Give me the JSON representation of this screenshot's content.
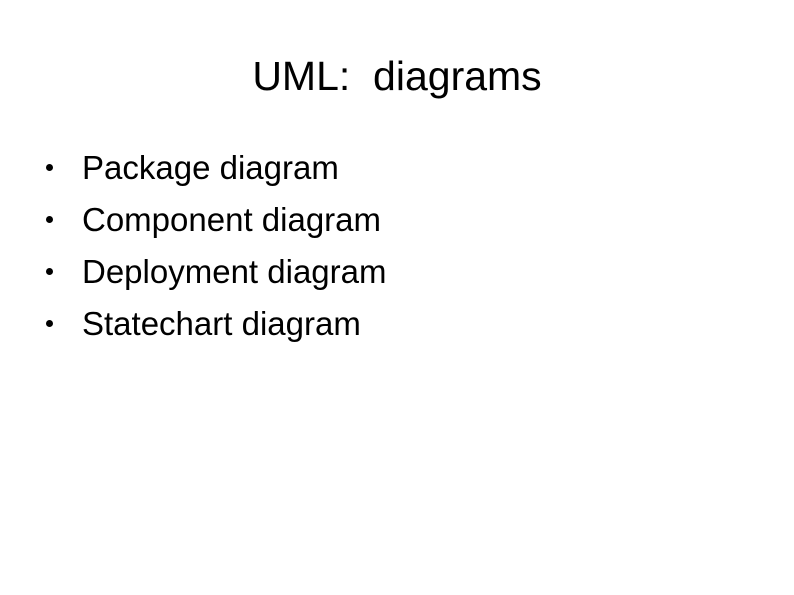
{
  "slide": {
    "title": "UML:  diagrams",
    "background_color": "#ffffff",
    "text_color": "#000000",
    "bullet_marker": "filled-circle",
    "items": [
      {
        "label": "Package diagram"
      },
      {
        "label": "Component diagram"
      },
      {
        "label": "Deployment diagram"
      },
      {
        "label": "Statechart diagram"
      }
    ]
  }
}
